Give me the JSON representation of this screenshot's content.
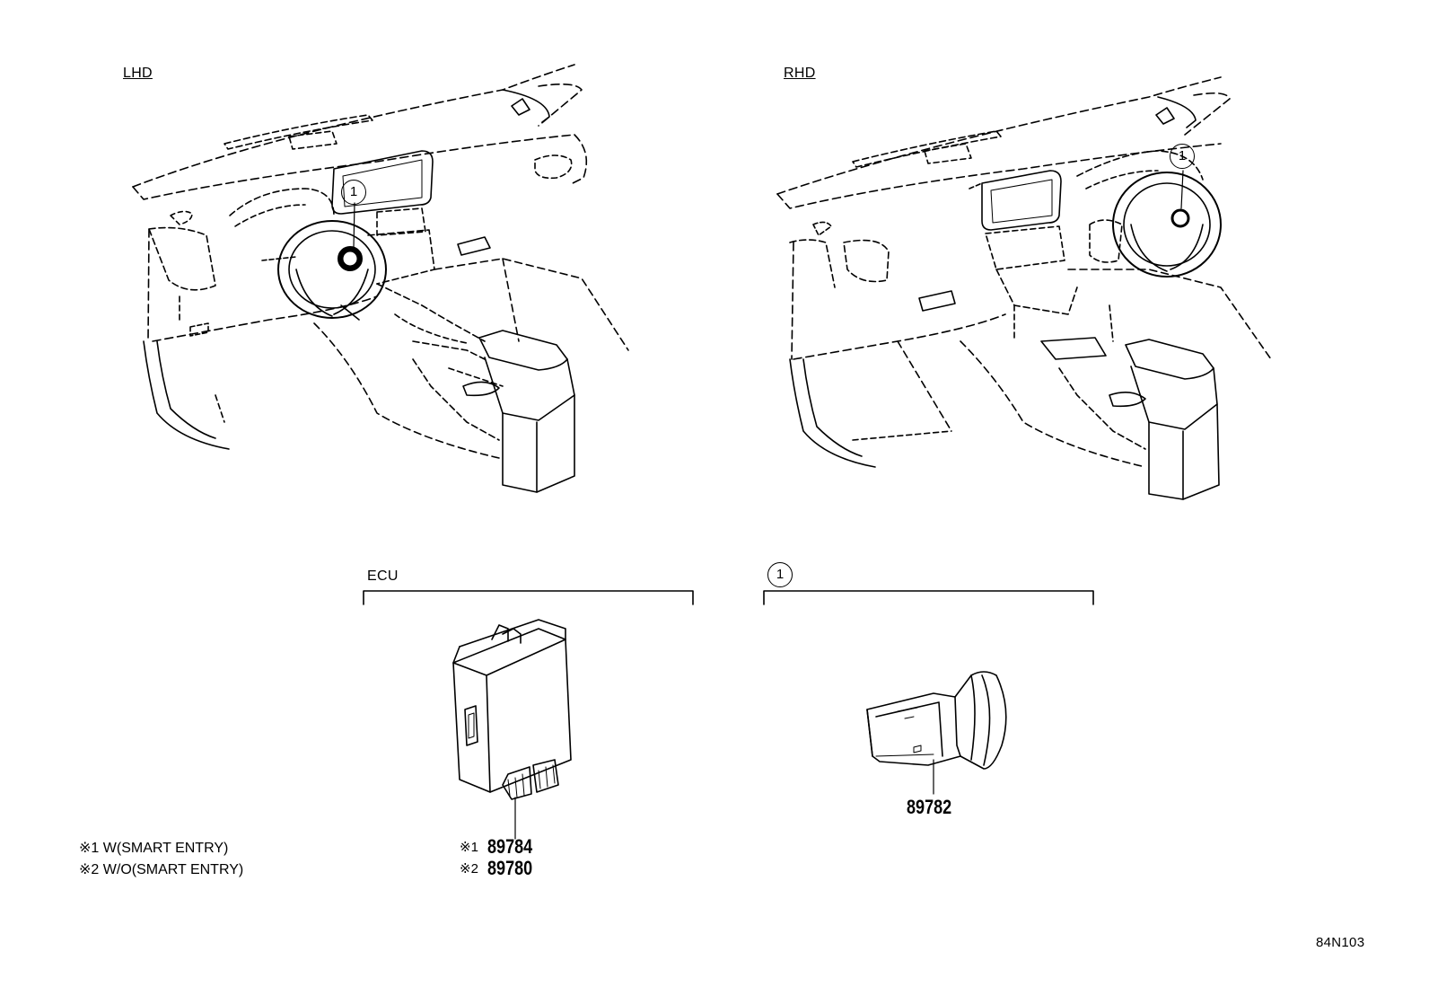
{
  "views": {
    "lhd_label": "LHD",
    "rhd_label": "RHD",
    "callout_lhd": "1",
    "callout_rhd": "1"
  },
  "groups": {
    "ecu_label": "ECU",
    "group1_label": "1"
  },
  "parts": {
    "ecu_mark_1": "※1",
    "ecu_part_1": "89784",
    "ecu_mark_2": "※2",
    "ecu_part_2": "89780",
    "switch_part": "89782"
  },
  "notes": [
    {
      "mark": "※1",
      "text": "W(SMART ENTRY)"
    },
    {
      "mark": "※2",
      "text": "W/O(SMART ENTRY)"
    }
  ],
  "figure_code": "84N103"
}
